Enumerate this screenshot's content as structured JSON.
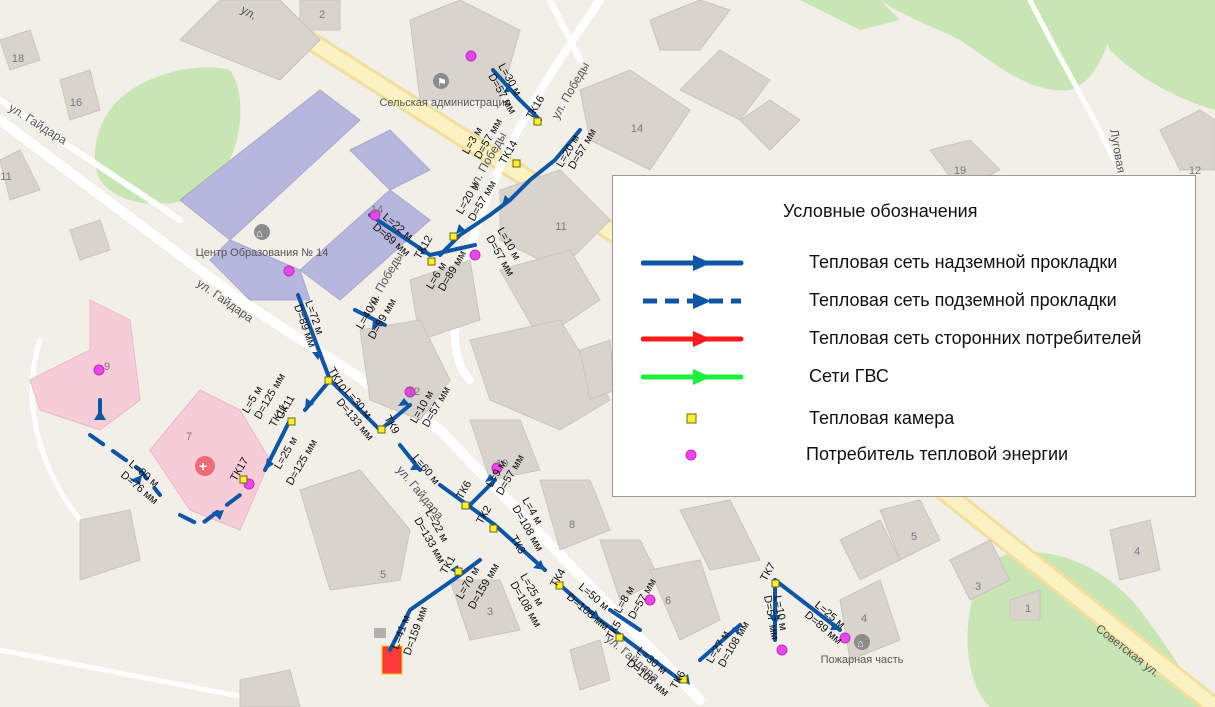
{
  "legend": {
    "title": "Условные обозначения",
    "items": [
      {
        "label": "Тепловая сеть надземной прокладки",
        "symbol": "solid-arrow-line",
        "color": "#0d56a6"
      },
      {
        "label": "Тепловая сеть подземной прокладки",
        "symbol": "dashed-arrow-line",
        "color": "#0d56a6"
      },
      {
        "label": "Тепловая сеть сторонних потребителей",
        "symbol": "solid-arrow-line",
        "color": "#ff1a1a"
      },
      {
        "label": "Сети ГВС",
        "symbol": "solid-arrow-line",
        "color": "#19f23a"
      },
      {
        "label": "Тепловая камера",
        "symbol": "yellow-square",
        "color": "#ffee33"
      },
      {
        "label": "Потребитель тепловой энергии",
        "symbol": "magenta-dot",
        "color": "#ee44ee"
      }
    ]
  },
  "map": {
    "streets": [
      "ул.",
      "ул. Победы",
      "ул. Гайдара",
      "ул. Гайдара",
      "ул. Победы",
      "ул. Победы",
      "ул. Гайдара",
      "ул. Гайдара",
      "Луговая",
      "Советская ул."
    ],
    "pois": [
      "Сельская администрация",
      "Центр Образования № 14",
      "Пожарная часть"
    ],
    "buildings": [
      "2",
      "18",
      "16",
      "11",
      "14",
      "19",
      "12",
      "11",
      "14",
      "9",
      "7",
      "12",
      "10",
      "8",
      "5",
      "4",
      "3",
      "1",
      "5",
      "3",
      "6",
      "4"
    ],
    "chambers": [
      "ТК16",
      "ТК14",
      "ТК12",
      "ТК10",
      "ТК11",
      "ТК17",
      "СК11",
      "ТК9",
      "ТК6",
      "ТК2",
      "ТК3",
      "ТК1",
      "ТК4",
      "ТК5",
      "ТК6",
      "ТК7"
    ],
    "segments": [
      "L=30 м",
      "D=57 мм",
      "L=3 м",
      "D=57 мм",
      "L=20 м",
      "D=57 мм",
      "L=20 м",
      "D=57 мм",
      "L=10 м",
      "D=57 мм",
      "L=22 м",
      "D=89 мм",
      "L=6 м",
      "D=89 мм",
      "L=40 м",
      "D=89 мм",
      "L=72 м",
      "D=89 мм",
      "L=30 м",
      "D=133 мм",
      "L=10 м",
      "D=57 мм",
      "L=5 м",
      "D=125 мм",
      "L=25 м",
      "D=125 мм",
      "L=80 м",
      "D=76 мм",
      "L=60 м",
      "L=9 м",
      "D=57 мм",
      "L=4 м",
      "D=108 мм",
      "L=22 м",
      "D=133 мм",
      "L=70 м",
      "D=159 мм",
      "L=25 м",
      "D=108 мм",
      "L=41 м",
      "D=159 мм",
      "L=50 м",
      "D=108 мм",
      "L=8 м",
      "D=57 мм",
      "L=30 м",
      "D=108 мм",
      "L=27 м",
      "D=108 мм",
      "L=10 м",
      "D=57 мм",
      "L=25 м",
      "D=89 мм"
    ]
  }
}
